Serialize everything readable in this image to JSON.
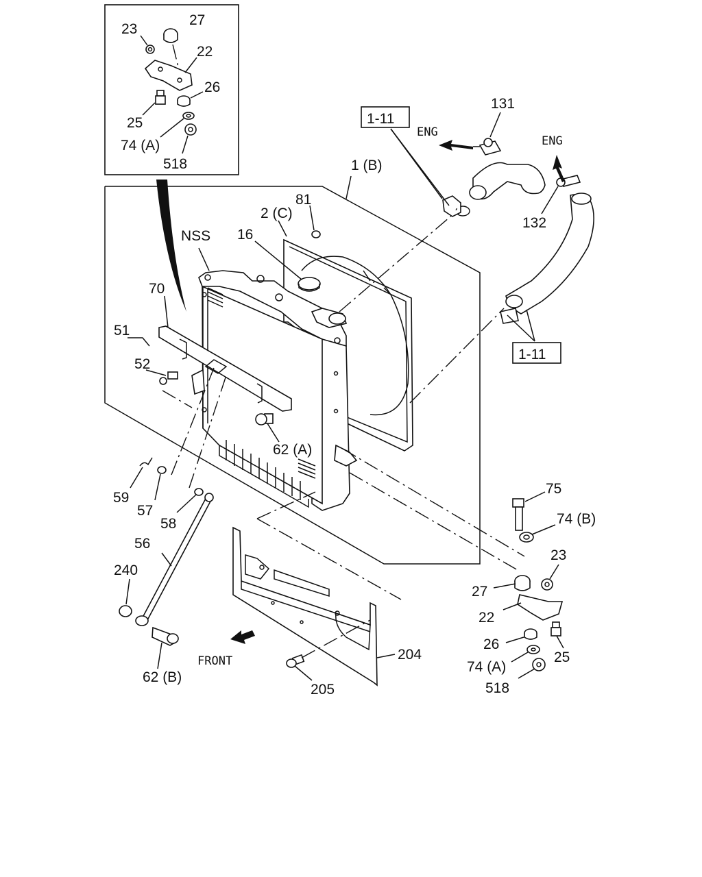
{
  "labels": {
    "p23_top": "23",
    "p27_top": "27",
    "p22_top": "22",
    "p26_top": "26",
    "p25_top": "25",
    "p74a_top": "74 (A)",
    "p518_top": "518",
    "p1b": "1 (B)",
    "p2c": "2 (C)",
    "p81": "81",
    "p16": "16",
    "nss": "NSS",
    "p70": "70",
    "p51": "51",
    "p52": "52",
    "p62a": "62 (A)",
    "p59": "59",
    "p57": "57",
    "p58": "58",
    "p56": "56",
    "p240": "240",
    "p62b": "62 (B)",
    "front": "FRONT",
    "p204": "204",
    "p205": "205",
    "p131": "131",
    "p132": "132",
    "eng1": "ENG",
    "eng2": "ENG",
    "ref1": "1-11",
    "ref2": "1-11",
    "p75": "75",
    "p74b": "74 (B)",
    "p23_bot": "23",
    "p27_bot": "27",
    "p22_bot": "22",
    "p26_bot": "26",
    "p25_bot": "25",
    "p74a_bot": "74 (A)",
    "p518_bot": "518"
  }
}
